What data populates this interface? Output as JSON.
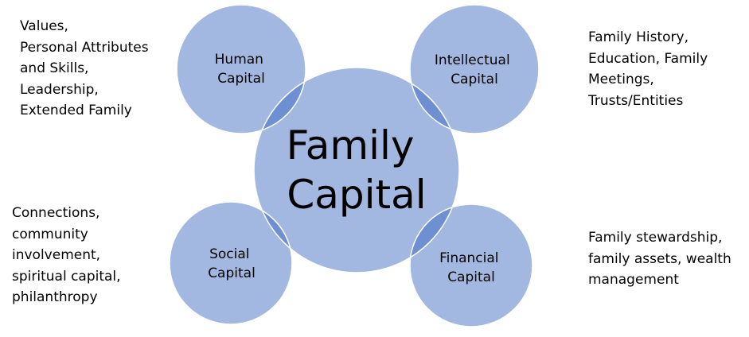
{
  "colors": {
    "circle_fill": "#a3b8e0",
    "overlap_fill": "#6f8fd3",
    "circle_stroke": "#ffffff",
    "text": "#000000"
  },
  "center": {
    "lines": [
      "Family",
      "Capital"
    ]
  },
  "nodes": {
    "human": {
      "lines": [
        "Human",
        "Capital"
      ]
    },
    "intellectual": {
      "lines": [
        "Intellectual",
        "Capital"
      ]
    },
    "social": {
      "lines": [
        "Social",
        "Capital"
      ]
    },
    "financial": {
      "lines": [
        "Financial",
        "Capital"
      ]
    }
  },
  "notes": {
    "top_left": [
      "Values,",
      "Personal Attributes",
      "and Skills,",
      "Leadership,",
      "Extended Family"
    ],
    "top_right": [
      "Family History,",
      "Education, Family",
      "Meetings,",
      "Trusts/Entities"
    ],
    "bottom_left": [
      "Connections,",
      "community",
      "involvement,",
      "spiritual capital,",
      "philanthropy"
    ],
    "bottom_right": [
      "Family stewardship,",
      "family assets, wealth",
      "management"
    ]
  }
}
